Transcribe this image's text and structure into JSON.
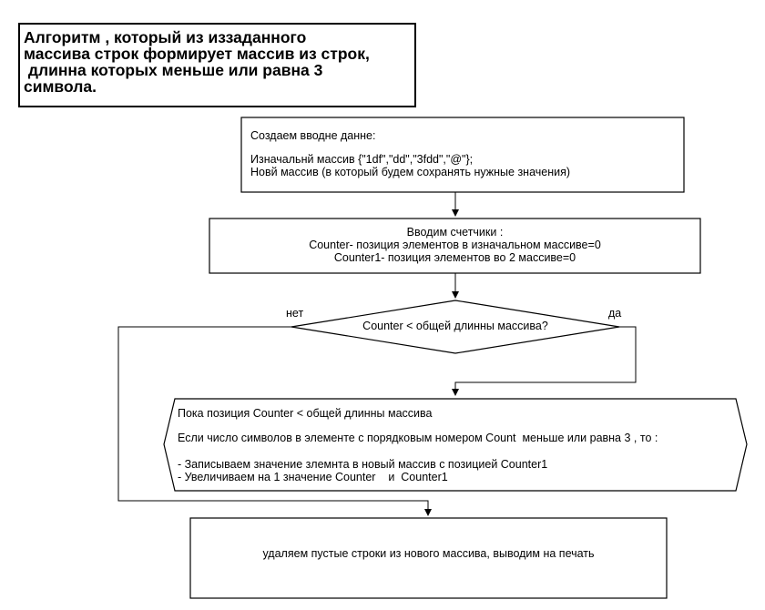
{
  "title": {
    "lines": [
      "Алгоритм , который из иззаданного",
      "массива строк формирует массив из строк,",
      " длинна которых меньше или равна 3",
      "символа."
    ]
  },
  "input_block": {
    "line1": "Создаем вводне данне:",
    "line2": "Изначальнй массив {\"1df\",\"dd\",\"3fdd\",\"@\"};",
    "line3": "Новй массив (в который будем сохранять нужные значения)"
  },
  "counters_block": {
    "line1": "Вводим счетчики :",
    "line2": "Counter- позиция элементов в изначальном массиве=0",
    "line3": "Counter1- позиция элементов во 2 массиве=0"
  },
  "decision": {
    "question": "Counter < общей длинны массива?",
    "no_label": "нет",
    "yes_label": "да"
  },
  "loop_block": {
    "line1": "Пока позиция Counter < общей длинны массива",
    "line2": "Если число символов в элементе с порядковым номером Count  меньше или равна 3 , то :",
    "line3": "- Записываем значение злемнта в новый массив с позицией Counter1",
    "line4": "- Увеличиваем на 1 значение Counter    и  Counter1"
  },
  "output_block": {
    "text": "удаляем пустые строки из нового массива, выводим на печать"
  }
}
